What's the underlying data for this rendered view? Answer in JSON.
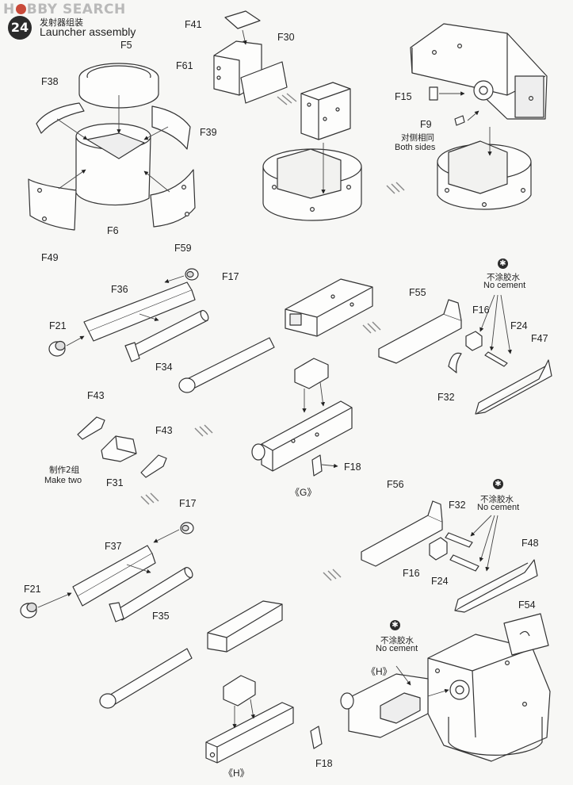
{
  "watermark": {
    "text_a": "H",
    "text_b": "BBY SEARCH"
  },
  "step": {
    "number": "24",
    "title_cn": "发射器组装",
    "title_en": "Launcher assembly"
  },
  "parts": {
    "F5": "F5",
    "F38": "F38",
    "F39": "F39",
    "F6": "F6",
    "F49": "F49",
    "F59": "F59",
    "F41": "F41",
    "F61": "F61",
    "F30": "F30",
    "F15": "F15",
    "F9": "F9",
    "F17a": "F17",
    "F36": "F36",
    "F21a": "F21",
    "F34": "F34",
    "F55": "F55",
    "F16a": "F16",
    "F24a": "F24",
    "F47": "F47",
    "F32a": "F32",
    "F43a": "F43",
    "F43b": "F43",
    "F31": "F31",
    "F18a": "F18",
    "F17b": "F17",
    "F37": "F37",
    "F21b": "F21",
    "F35": "F35",
    "F56": "F56",
    "F32b": "F32",
    "F16b": "F16",
    "F24b": "F24",
    "F48": "F48",
    "F54": "F54",
    "F18b": "F18"
  },
  "notes": {
    "both_sides_cn": "对侧相同",
    "both_sides_en": "Both sides",
    "make_two_cn": "制作2组",
    "make_two_en": "Make two",
    "no_cement_cn": "不涂胶水",
    "no_cement_en": "No cement"
  },
  "icons": {
    "no_cement": "✱"
  },
  "groups": {
    "g": "《G》",
    "h1": "《H》",
    "h2": "《H》"
  }
}
